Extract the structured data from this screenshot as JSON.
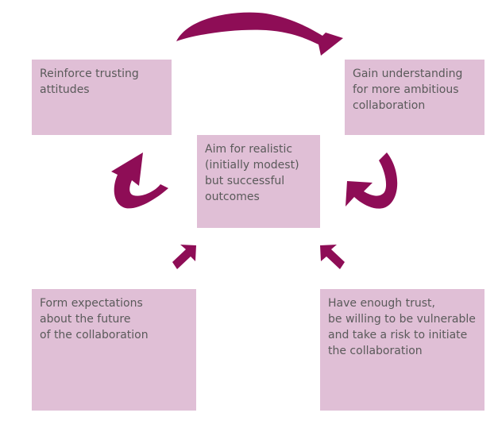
{
  "diagram": {
    "accent_color": "#8e0d56",
    "box_color": "#e0bfd6",
    "boxes": {
      "reinforce": "Reinforce trusting\nattitudes",
      "gain": "Gain understanding\nfor more ambitious\ncollaboration",
      "aim": "Aim for realistic\n(initially modest)\nbut successful\noutcomes",
      "form": "Form expectations\nabout the future\nof the collaboration",
      "trust": "Have enough trust,\nbe willing to be vulnerable\nand take a risk to initiate\nthe collaboration"
    }
  }
}
